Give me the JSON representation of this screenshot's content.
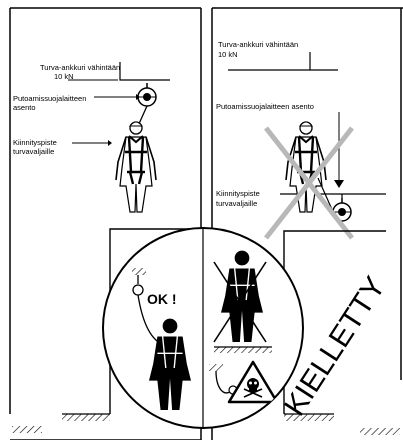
{
  "left_panel": {
    "anchor_label": [
      "Turva-ankkuri vähintään",
      "10 kN"
    ],
    "device_label": [
      "Putoamissuojalaitteen",
      "asento"
    ],
    "attach_label": [
      "Kiinnityspiste",
      "turvavaljaille"
    ]
  },
  "right_panel": {
    "anchor_label": [
      "Turva-ankkuri vähintään",
      "10 kN"
    ],
    "device_label": "Putoamissuojalaitteen asento",
    "attach_label": [
      "Kiinnityspiste",
      "turvavaljaille"
    ]
  },
  "inset": {
    "ok_label": "OK !"
  },
  "forbidden_label": "KIELLETTY",
  "colors": {
    "line": "#000000",
    "cross": "#b8b8b8"
  },
  "icons": [
    "anchor-hatch-icon",
    "fall-arrester-icon",
    "worker-harness-icon",
    "skull-crossbones-icon"
  ]
}
